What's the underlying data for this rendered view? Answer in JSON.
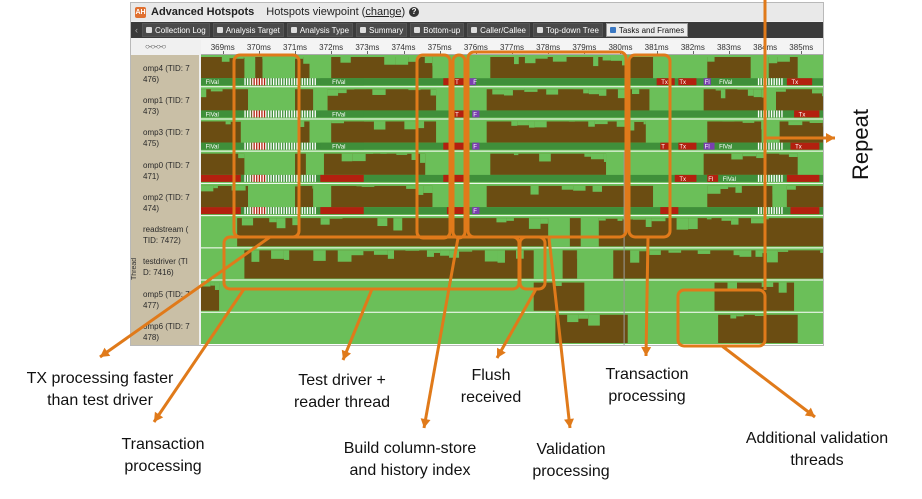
{
  "window": {
    "app_title": "Advanced Hotspots",
    "viewpoint_prefix": "Hotspots viewpoint (",
    "viewpoint_link": "change",
    "viewpoint_suffix": ")",
    "help_icon": "help-icon"
  },
  "toolbar": {
    "tabs": [
      {
        "label": "Collection Log",
        "icon": "log-icon"
      },
      {
        "label": "Analysis Target",
        "icon": "target-icon"
      },
      {
        "label": "Analysis Type",
        "icon": "type-icon"
      },
      {
        "label": "Summary",
        "icon": "summary-icon"
      },
      {
        "label": "Bottom-up",
        "icon": "bottom-up-icon"
      },
      {
        "label": "Caller/Callee",
        "icon": "caller-callee-icon"
      },
      {
        "label": "Top-down Tree",
        "icon": "tree-icon"
      },
      {
        "label": "Tasks and Frames",
        "icon": "tasks-icon",
        "active": true
      }
    ]
  },
  "ruler": {
    "ticks": [
      "369ms",
      "370ms",
      "371ms",
      "372ms",
      "373ms",
      "374ms",
      "375ms",
      "376ms",
      "377ms",
      "378ms",
      "379ms",
      "380ms",
      "381ms",
      "382ms",
      "383ms",
      "384ms",
      "385ms"
    ],
    "range_ms": [
      368.4,
      385.6
    ],
    "zoom_controls": "○-○-○-○"
  },
  "threads": [
    {
      "line1": "omp4 (TID: 7",
      "line2": "476)"
    },
    {
      "line1": "omp1 (TID: 7",
      "line2": "473)"
    },
    {
      "line1": "omp3 (TID: 7",
      "line2": "475)"
    },
    {
      "line1": "omp0 (TID: 7",
      "line2": "471)"
    },
    {
      "line1": "omp2 (TID: 7",
      "line2": "474)"
    },
    {
      "line1": "readstream (",
      "line2": "TID: 7472)"
    },
    {
      "line1": "testdriver (TI",
      "line2": "D: 7416)"
    },
    {
      "line1": "omp5 (TID: 7",
      "line2": "477)"
    },
    {
      "line1": "omp6 (TID: 7",
      "line2": "478)"
    }
  ],
  "thread_axis_label": "Thread",
  "task_labels": {
    "validation": "FlVal",
    "transaction": "Tx",
    "transaction_short": "T",
    "flush": "Fl",
    "flush_short": "F"
  },
  "annotations": {
    "tx_faster": [
      "TX processing faster",
      "than test driver"
    ],
    "transaction_processing_left": [
      "Transaction",
      "processing"
    ],
    "test_driver_reader": [
      "Test driver +",
      "reader thread"
    ],
    "build_column_store": [
      "Build column-store",
      "and history index"
    ],
    "flush_received": [
      "Flush",
      "received"
    ],
    "validation_processing": [
      "Validation",
      "processing"
    ],
    "transaction_processing_right": [
      "Transaction",
      "processing"
    ],
    "additional_validation": [
      "Additional validation",
      "threads"
    ],
    "repeat": "Repeat"
  },
  "colors": {
    "cpu_busy": "#6b4d12",
    "cpu_idle": "#6bbf59",
    "task_tx": "#b3200f",
    "task_flush": "#7a3fb0",
    "highlight": "#e07a1a",
    "toolbar_bg": "#3a3a3a",
    "label_bg": "#c9bfa6"
  }
}
